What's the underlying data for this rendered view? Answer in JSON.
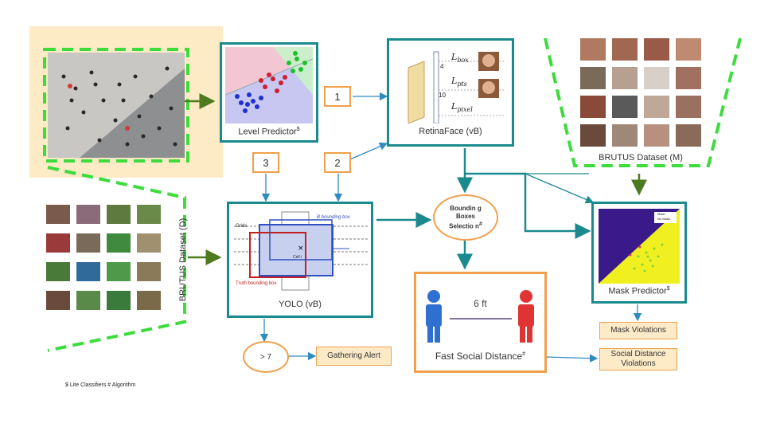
{
  "level_predictor": {
    "label": "Level Predictor",
    "mark": "$"
  },
  "retinaface": {
    "label": "RetinaFace (vB)",
    "loss_box": "L",
    "loss_box_sub": "box",
    "loss_pts": "L",
    "loss_pts_sub": "pts",
    "loss_pixel": "L",
    "loss_pixel_sub": "pixel",
    "num_4": "4",
    "num_10": "10"
  },
  "yolo": {
    "label": "YOLO (vB)",
    "grids": "Grids",
    "cell": "Cell i",
    "bbox_label": "B bounding box",
    "truth_label": "Truth bounding box"
  },
  "brutus_m": {
    "label": "BRUTUS Dataset (M)"
  },
  "brutus_d": {
    "label": "BRUTUS Dataset (D)"
  },
  "mask_predictor": {
    "label": "Mask Predictor",
    "mark": "$",
    "legend_1": "Mask",
    "legend_2": "No Mask"
  },
  "steps": {
    "one": "1",
    "two": "2",
    "three": "3"
  },
  "bbox_selection": {
    "label": "Boundin g Boxes Selectio n",
    "mark": "#"
  },
  "social_distance": {
    "label": "Fast Social Distance",
    "mark": "#",
    "distance": "6 ft"
  },
  "threshold": {
    "label": "> 7"
  },
  "outputs": {
    "gathering": "Gathering Alert",
    "mask_violations": "Mask Violations",
    "sd_line1": "Social Distance",
    "sd_line2": "Violations"
  },
  "footnote": "$ Lite Classifiers # Algorithm",
  "colors": {
    "teal": "#1b8a8f",
    "orange": "#f0a04b",
    "green_dash": "#3ddc3d",
    "cream": "#fcebc4",
    "arrow": "#2e8bc0",
    "olive": "#4d7a1f"
  }
}
